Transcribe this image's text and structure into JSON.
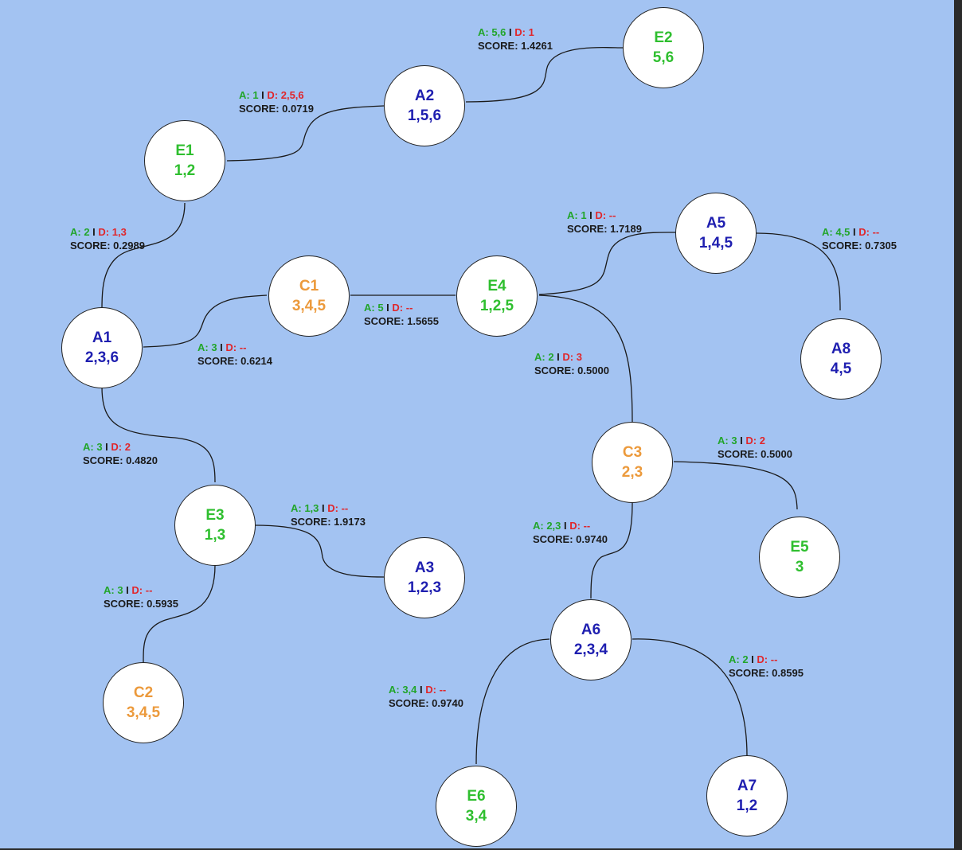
{
  "colors": {
    "background": "#a3c3f2",
    "agent": "#1f1fb0",
    "evidence": "#2fbf2f",
    "constraint": "#ec9a3c",
    "added": "#22a52b",
    "deleted": "#e0262b"
  },
  "nodes": {
    "E2": {
      "name": "E2",
      "vals": "5,6"
    },
    "A2": {
      "name": "A2",
      "vals": "1,5,6"
    },
    "E1": {
      "name": "E1",
      "vals": "1,2"
    },
    "A5": {
      "name": "A5",
      "vals": "1,4,5"
    },
    "C1": {
      "name": "C1",
      "vals": "3,4,5"
    },
    "E4": {
      "name": "E4",
      "vals": "1,2,5"
    },
    "A1": {
      "name": "A1",
      "vals": "2,3,6"
    },
    "A8": {
      "name": "A8",
      "vals": "4,5"
    },
    "C3": {
      "name": "C3",
      "vals": "2,3"
    },
    "E3": {
      "name": "E3",
      "vals": "1,3"
    },
    "E5": {
      "name": "E5",
      "vals": "3"
    },
    "A3": {
      "name": "A3",
      "vals": "1,2,3"
    },
    "A6": {
      "name": "A6",
      "vals": "2,3,4"
    },
    "C2": {
      "name": "C2",
      "vals": "3,4,5"
    },
    "E6": {
      "name": "E6",
      "vals": "3,4"
    },
    "A7": {
      "name": "A7",
      "vals": "1,2"
    }
  },
  "edges": {
    "A2_E2": {
      "add": "A: 5,6",
      "sep": " I ",
      "del": "D: 1",
      "score": "SCORE: 1.4261"
    },
    "E1_A2": {
      "add": "A: 1",
      "sep": " I ",
      "del": "D: 2,5,6",
      "score": "SCORE: 0.0719"
    },
    "E1_A1": {
      "add": "A: 2",
      "sep": " I ",
      "del": "D: 1,3",
      "score": "SCORE: 0.2989"
    },
    "E4_A5": {
      "add": "A: 1",
      "sep": " I ",
      "del": "D: --",
      "score": "SCORE: 1.7189"
    },
    "A5_A8": {
      "add": "A: 4,5",
      "sep": " I ",
      "del": "D: --",
      "score": "SCORE: 0.7305"
    },
    "C1_E4": {
      "add": "A: 5",
      "sep": " I ",
      "del": "D: --",
      "score": "SCORE: 1.5655"
    },
    "A1_C1": {
      "add": "A: 3",
      "sep": " I ",
      "del": "D: --",
      "score": "SCORE: 0.6214"
    },
    "E4_C3": {
      "add": "A: 2",
      "sep": " I ",
      "del": "D: 3",
      "score": "SCORE: 0.5000"
    },
    "A1_E3": {
      "add": "A: 3",
      "sep": " I ",
      "del": "D: 2",
      "score": "SCORE: 0.4820"
    },
    "C3_E5": {
      "add": "A: 3",
      "sep": " I ",
      "del": "D: 2",
      "score": "SCORE: 0.5000"
    },
    "E3_A3": {
      "add": "A: 1,3",
      "sep": " I ",
      "del": "D: --",
      "score": "SCORE: 1.9173"
    },
    "C3_A6": {
      "add": "A: 2,3",
      "sep": " I ",
      "del": "D: --",
      "score": "SCORE: 0.9740"
    },
    "E3_C2": {
      "add": "A: 3",
      "sep": " I ",
      "del": "D: --",
      "score": "SCORE: 0.5935"
    },
    "A6_A7": {
      "add": "A: 2",
      "sep": " I ",
      "del": "D: --",
      "score": "SCORE: 0.8595"
    },
    "A6_E6": {
      "add": "A: 3,4",
      "sep": " I ",
      "del": "D: --",
      "score": "SCORE: 0.9740"
    }
  }
}
